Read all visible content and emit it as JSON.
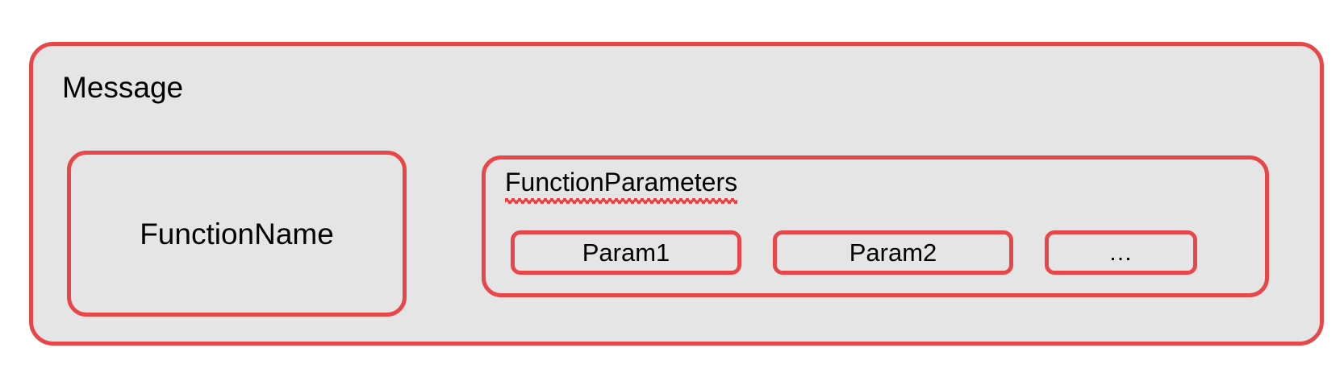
{
  "diagram": {
    "title": "Message",
    "accent_color": "#e8474a",
    "fill_color": "#e5e5e5",
    "background_color": "#ffffff",
    "text_color": "#000000",
    "spellcheck_underline_color": "#ec3f3f",
    "nodes": {
      "function_name": {
        "label": "FunctionName"
      },
      "function_parameters": {
        "label": "FunctionParameters",
        "has_spellcheck_underline": true,
        "params": [
          {
            "label": "Param1"
          },
          {
            "label": "Param2"
          },
          {
            "label": "…"
          }
        ]
      }
    }
  }
}
